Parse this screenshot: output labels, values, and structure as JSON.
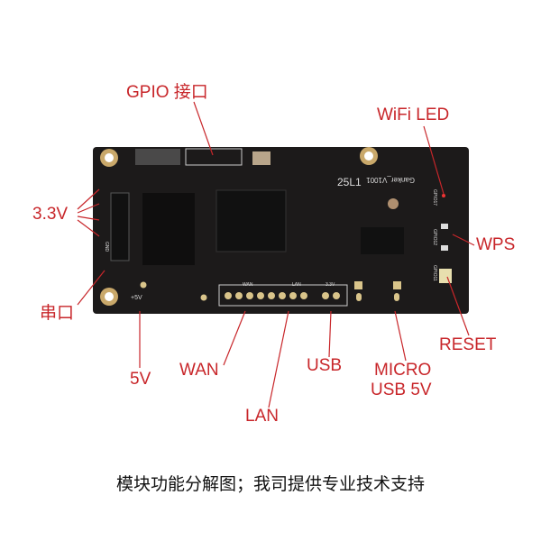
{
  "labels": {
    "gpio": "GPIO 接口",
    "wifi_led": "WiFi LED",
    "v33": "3.3V",
    "wps": "WPS",
    "serial": "串口",
    "reset": "RESET",
    "v5": "5V",
    "wan": "WAN",
    "usb": "USB",
    "micro_usb": [
      "MICRO",
      "USB 5V"
    ],
    "lan": "LAN"
  },
  "board_silk": {
    "model": "Ganker_V1001",
    "chip_mark": "25L1",
    "wan": "WAN",
    "lan": "LAN",
    "v33": "3.3V",
    "v5": "+5V",
    "gnd": "GND",
    "gpio17": "GPIO17",
    "gpio12": "GPIO12",
    "gpio11": "GPIO11"
  },
  "caption": "模块功能分解图；我司提供专业技术支持",
  "colors": {
    "label": "#c8262a",
    "board": "#1c1a1a"
  }
}
